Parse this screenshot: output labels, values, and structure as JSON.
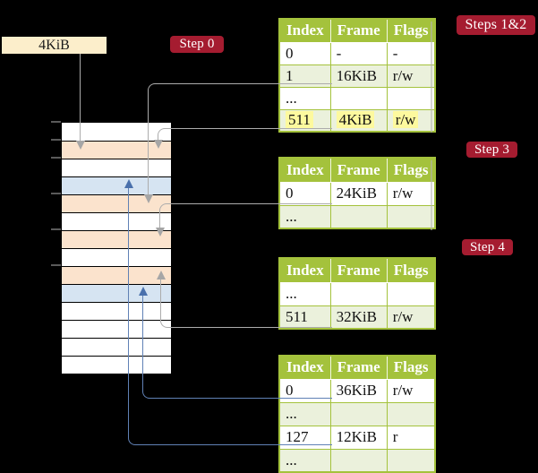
{
  "labels": {
    "memory_box": "4KiB",
    "step0": "Step 0",
    "steps12": "Steps 1&2",
    "step3": "Step 3",
    "step4": "Step 4"
  },
  "colors": {
    "olive": "#a4c23c",
    "rowshade": "#ebf1dc",
    "hl": "#fdf99e",
    "crimson": "#a51c30",
    "cream": "#fceecb",
    "orange": "#fbe3cd",
    "blueframe": "#d6e4f2",
    "grayline": "#acacac",
    "blueline": "#6081b5",
    "grayarrow": "#a6a6a6",
    "bluearrow": "#4a70ac",
    "tick": "#5a5a5a"
  },
  "memory_stack": {
    "cells": [
      {
        "type": "free"
      },
      {
        "type": "page-table"
      },
      {
        "type": "free"
      },
      {
        "type": "data-frame"
      },
      {
        "type": "page-table"
      },
      {
        "type": "free"
      },
      {
        "type": "page-table"
      },
      {
        "type": "free"
      },
      {
        "type": "page-table"
      },
      {
        "type": "data-frame"
      },
      {
        "type": "free"
      },
      {
        "type": "free"
      },
      {
        "type": "free"
      },
      {
        "type": "free"
      }
    ]
  },
  "tables": [
    {
      "name": "page-table-root",
      "headers": [
        "Index",
        "Frame",
        "Flags"
      ],
      "rows": [
        {
          "cells": [
            "0",
            "-",
            "-"
          ],
          "shaded": false,
          "highlighted": false
        },
        {
          "cells": [
            "1",
            "16KiB",
            "r/w"
          ],
          "shaded": true,
          "highlighted": false
        },
        {
          "cells": [
            "...",
            "",
            ""
          ],
          "shaded": false,
          "highlighted": false
        },
        {
          "cells": [
            "511",
            "4KiB",
            "r/w"
          ],
          "shaded": true,
          "highlighted": true
        }
      ]
    },
    {
      "name": "page-table-level-2",
      "headers": [
        "Index",
        "Frame",
        "Flags"
      ],
      "rows": [
        {
          "cells": [
            "0",
            "24KiB",
            "r/w"
          ],
          "shaded": false,
          "highlighted": false
        },
        {
          "cells": [
            "...",
            "",
            ""
          ],
          "shaded": true,
          "highlighted": false
        }
      ]
    },
    {
      "name": "page-table-level-3",
      "headers": [
        "Index",
        "Frame",
        "Flags"
      ],
      "rows": [
        {
          "cells": [
            "...",
            "",
            ""
          ],
          "shaded": false,
          "highlighted": false
        },
        {
          "cells": [
            "511",
            "32KiB",
            "r/w"
          ],
          "shaded": true,
          "highlighted": false
        }
      ]
    },
    {
      "name": "page-table-level-4",
      "headers": [
        "Index",
        "Frame",
        "Flags"
      ],
      "rows": [
        {
          "cells": [
            "0",
            "36KiB",
            "r/w"
          ],
          "shaded": false,
          "highlighted": false
        },
        {
          "cells": [
            "...",
            "",
            ""
          ],
          "shaded": true,
          "highlighted": false
        },
        {
          "cells": [
            "127",
            "12KiB",
            "r"
          ],
          "shaded": false,
          "highlighted": false
        },
        {
          "cells": [
            "...",
            "",
            ""
          ],
          "shaded": true,
          "highlighted": false
        }
      ]
    }
  ],
  "connections": [
    {
      "from": "memory-size-label",
      "to": "frame-4KiB",
      "color": "gray"
    },
    {
      "from": "root-table-row-1",
      "to": "frame-16KiB",
      "color": "gray"
    },
    {
      "from": "root-table-row-511",
      "to": "frame-4KiB",
      "color": "gray"
    },
    {
      "from": "level2-table-row-0",
      "to": "frame-24KiB",
      "color": "gray"
    },
    {
      "from": "level3-table-row-511",
      "to": "frame-32KiB",
      "color": "gray"
    },
    {
      "from": "level4-table-row-0",
      "to": "frame-36KiB",
      "color": "blue"
    },
    {
      "from": "level4-table-row-127",
      "to": "frame-12KiB",
      "color": "blue"
    }
  ]
}
